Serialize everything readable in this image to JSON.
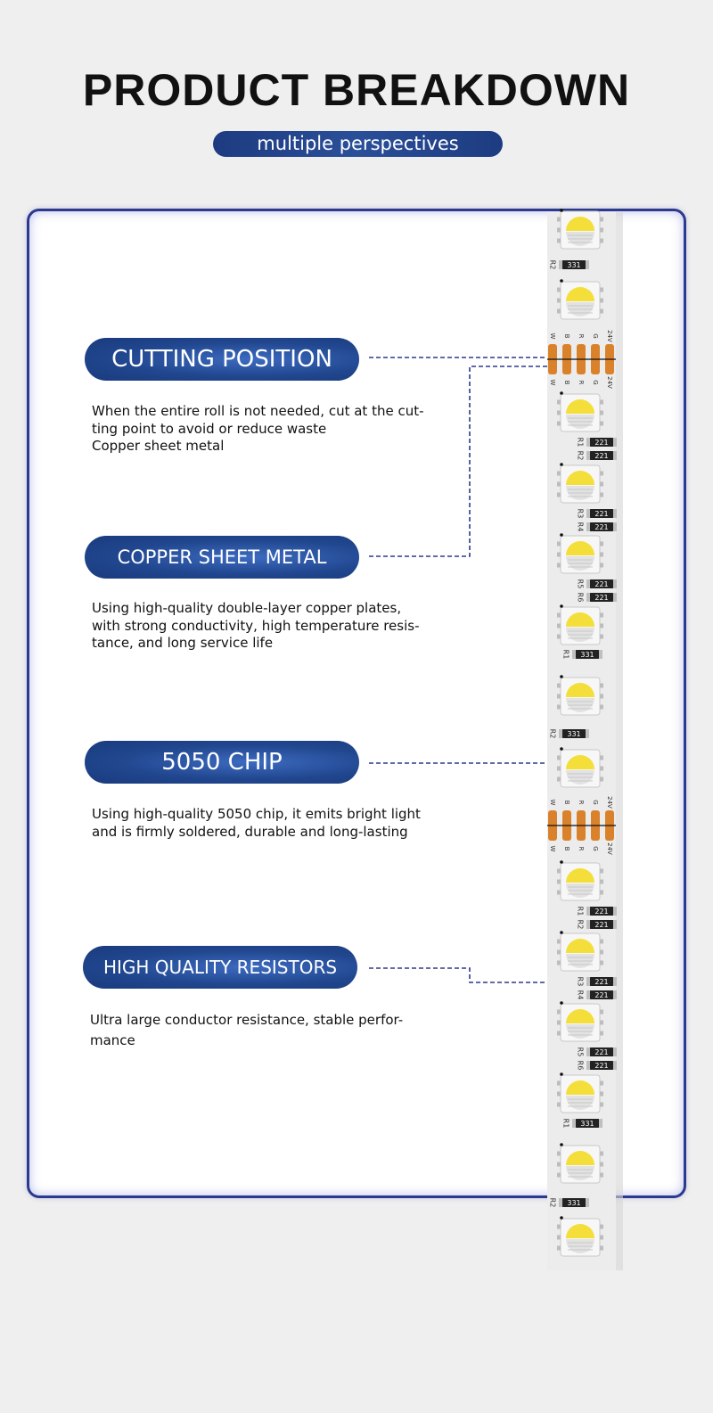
{
  "header": {
    "title": "PRODUCT BREAKDOWN",
    "subtitle": "multiple perspectives"
  },
  "features": [
    {
      "label": "CUTTING POSITION",
      "description": "When the entire roll is not needed, cut at the cut-\nting point to avoid or reduce waste\nCopper sheet metal"
    },
    {
      "label": "COPPER SHEET METAL",
      "description": "Using high-quality double-layer copper plates,\nwith strong conductivity, high temperature resis-\ntance, and long service life"
    },
    {
      "label": "5050 CHIP",
      "description": "Using high-quality 5050 chip, it emits bright light\nand is firmly soldered, durable and long-lasting"
    },
    {
      "label": "HIGH QUALITY RESISTORS",
      "description": "Ultra large conductor resistance, stable perfor-\nmance"
    }
  ],
  "strip": {
    "pad_labels": [
      "W",
      "B",
      "R",
      "G",
      "24V"
    ],
    "resistor_values": {
      "r331": "331",
      "r221": "221"
    },
    "resistor_designators": [
      "R1",
      "R2",
      "R3",
      "R4",
      "R5",
      "R6"
    ],
    "colors": {
      "pcb": "#ececec",
      "pad": "#d9822b",
      "led_yellow": "#f4de3a",
      "accent": "#1e3f86",
      "leader": "#2b3a8c"
    }
  }
}
